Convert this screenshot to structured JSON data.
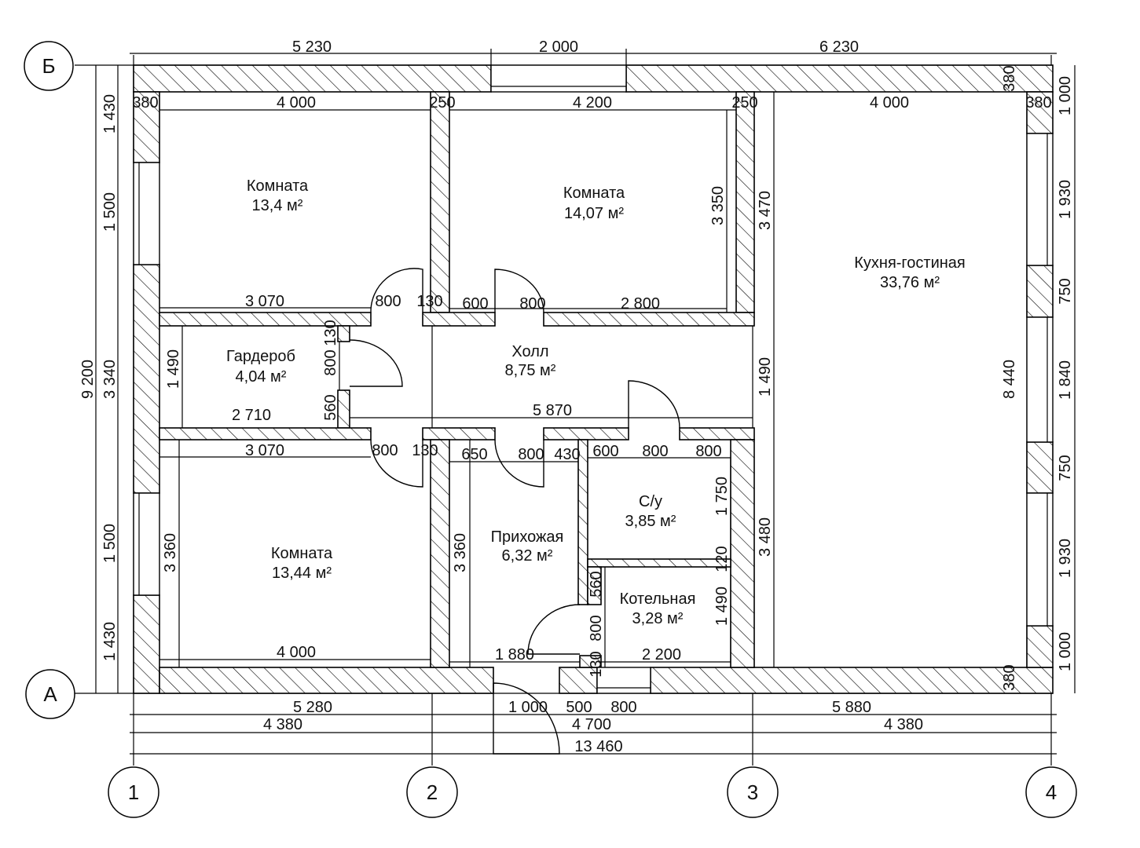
{
  "axes": {
    "rows": [
      "Б",
      "А"
    ],
    "cols": [
      "1",
      "2",
      "3",
      "4"
    ]
  },
  "rooms": [
    {
      "name": "Комната",
      "area": "13,4 м²"
    },
    {
      "name": "Комната",
      "area": "14,07 м²"
    },
    {
      "name": "Кухня-гостиная",
      "area": "33,76 м²"
    },
    {
      "name": "Гардероб",
      "area": "4,04 м²"
    },
    {
      "name": "Холл",
      "area": "8,75 м²"
    },
    {
      "name": "Комната",
      "area": "13,44 м²"
    },
    {
      "name": "Прихожая",
      "area": "6,32 м²"
    },
    {
      "name": "С/у",
      "area": "3,85 м²"
    },
    {
      "name": "Котельная",
      "area": "3,28 м²"
    }
  ],
  "dims": {
    "top_overall": [
      "5 230",
      "2 000",
      "6 230"
    ],
    "top_inner": [
      "380",
      "4 000",
      "250",
      "4 200",
      "250",
      "4 000",
      "380"
    ],
    "left": [
      "1 430",
      "1 500",
      "3 340",
      "1 500",
      "1 430",
      "9 200"
    ],
    "right": [
      "380",
      "1 000",
      "1 930",
      "750",
      "1 840",
      "750",
      "1 930",
      "1 000",
      "380"
    ],
    "vertical_inner": [
      "3 350",
      "3 470",
      "1 490",
      "130",
      "800",
      "560",
      "1 490",
      "8 440",
      "3 360",
      "3 360",
      "3 480",
      "1 750",
      "120",
      "560",
      "800",
      "130",
      "1 490"
    ],
    "horizontal_inner": [
      "3 070",
      "800",
      "130",
      "600",
      "800",
      "2 800",
      "2 710",
      "5 870",
      "3 070",
      "800",
      "130",
      "650",
      "800",
      "430",
      "600",
      "800",
      "800",
      "4 000",
      "1 880",
      "2 200"
    ],
    "bottom": [
      "5 280",
      "1 000",
      "500",
      "800",
      "5 880",
      "4 380",
      "4 700",
      "4 380",
      "13 460"
    ]
  }
}
